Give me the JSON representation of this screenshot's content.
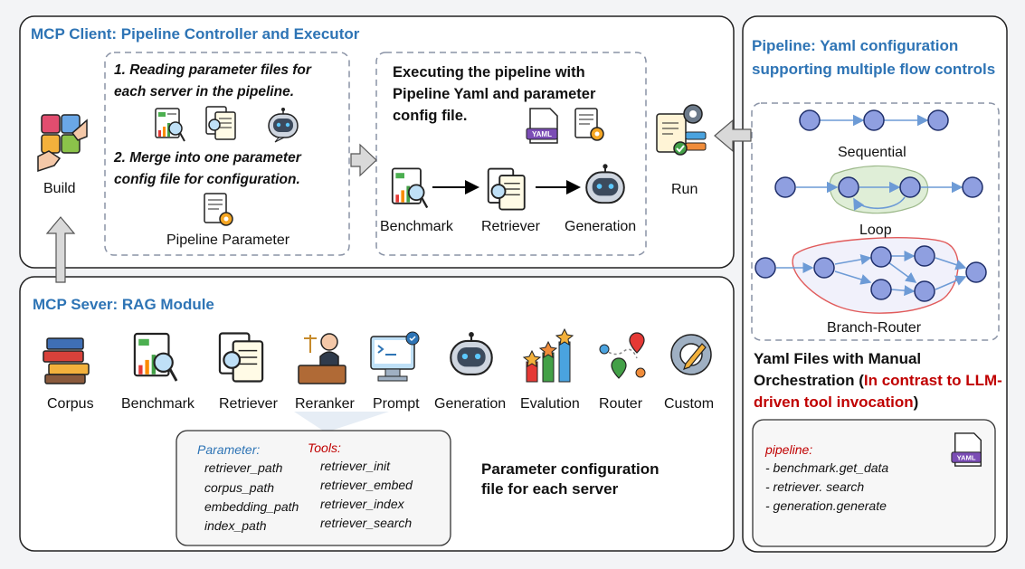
{
  "client": {
    "title": "MCP Client: Pipeline Controller and Executor",
    "build_label": "Build",
    "step1": "1. Reading parameter files for each server in the pipeline.",
    "step2": "2. Merge into one parameter config file for configuration.",
    "pipeline_param_label": "Pipeline Parameter",
    "exec_text": "Executing the pipeline with Pipeline Yaml and parameter config file.",
    "flow": [
      "Benchmark",
      "Retriever",
      "Generation"
    ],
    "yaml_badge": "YAML",
    "run_label": "Run"
  },
  "server": {
    "title": "MCP Sever: RAG Module",
    "modules": [
      "Corpus",
      "Benchmark",
      "Retriever",
      "Reranker",
      "Prompt",
      "Generation",
      "Evalution",
      "Router",
      "Custom"
    ],
    "param_header": "Parameter:",
    "params": [
      "retriever_path",
      "corpus_path",
      "embedding_path",
      "index_path"
    ],
    "tools_header": "Tools:",
    "tools": [
      "retriever_init",
      "retriever_embed",
      "retriever_index",
      "retriever_search"
    ],
    "param_caption": "Parameter configuration file for each server"
  },
  "pipeline": {
    "title": "Pipeline: Yaml configuration supporting multiple flow controls",
    "flows": [
      "Sequential",
      "Loop",
      "Branch-Router"
    ],
    "manual_text": "Yaml Files with Manual Orchestration (",
    "contrast_text": "In contrast to LLM-driven tool invocation",
    "close_paren": ")",
    "yaml_header": "pipeline:",
    "yaml_lines": [
      "- benchmark.get_data",
      "- retriever. search",
      "- generation.generate"
    ],
    "yaml_badge": "YAML"
  },
  "colors": {
    "title_blue": "#2e74b5",
    "node_fill": "#8f9fe0",
    "arrow_blue": "#6d9bd6",
    "red_text": "#c00000",
    "loop_fill": "#dfeed7",
    "router_stroke": "#e15b5b"
  }
}
